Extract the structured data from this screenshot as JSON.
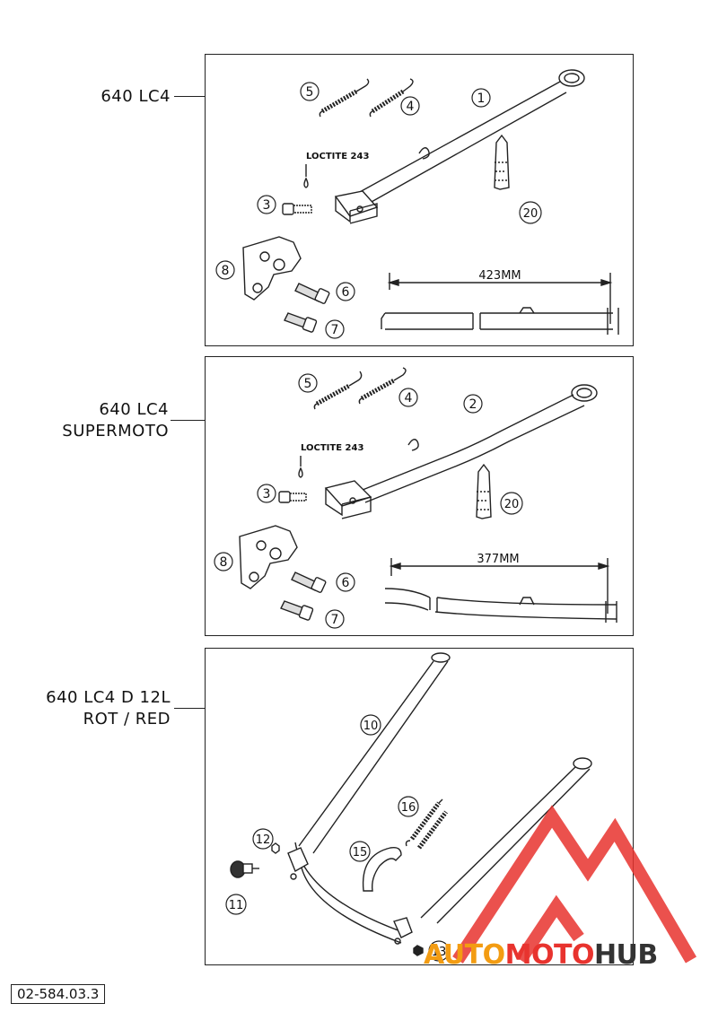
{
  "groups": [
    {
      "label_lines": [
        "640 LC4"
      ],
      "loctite": "LOCTITE 243",
      "dimension": "423MM",
      "parts": [
        "1",
        "3",
        "4",
        "5",
        "6",
        "7",
        "8",
        "20"
      ]
    },
    {
      "label_lines": [
        "640 LC4",
        "SUPERMOTO"
      ],
      "loctite": "LOCTITE 243",
      "dimension": "377MM",
      "parts": [
        "2",
        "3",
        "4",
        "5",
        "6",
        "7",
        "8",
        "20"
      ]
    },
    {
      "label_lines": [
        "640 LC4 D 12L",
        "ROT / RED"
      ],
      "parts": [
        "10",
        "11",
        "12",
        "13",
        "15",
        "16"
      ]
    }
  ],
  "doc_code": "02-584.03.3",
  "watermark": {
    "auto": "AUTO",
    "moto": "MOTO",
    "hub": "HUB",
    "accent": "#e8332e",
    "orange": "#f39c12",
    "dark": "#333333"
  },
  "icons": [
    "side-stand",
    "spring",
    "screw",
    "bracket",
    "grease-tube",
    "center-stand",
    "nut",
    "rubber-buffer",
    "spring-holder"
  ]
}
